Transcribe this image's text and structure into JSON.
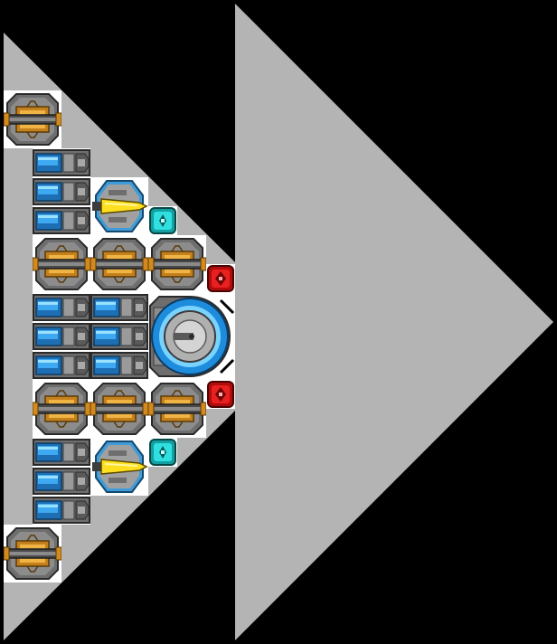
{
  "colors": {
    "background": "#000000",
    "hull": "#b4b4b4",
    "tile_bg": "#ffffff",
    "metal_dark": "#3c3c3c",
    "metal_mid": "#6e6e6e",
    "metal_light": "#a8a8a8",
    "brass": "#d28a1e",
    "brass_light": "#f0b444",
    "blue": "#1e8cdc",
    "blue_light": "#7ad2ff",
    "yellow": "#ffe020",
    "cyan": "#1ecfcf",
    "red": "#e01818"
  },
  "blocks": {
    "gun_turret": {
      "icon": "gun-turret-icon",
      "count": 8
    },
    "battery_stack": {
      "icon": "battery-stack-icon",
      "count": 4
    },
    "laser_turret": {
      "icon": "laser-turret-icon",
      "count": 2
    },
    "sensor_module": {
      "icon": "cyan-sensor-icon",
      "count": 2
    },
    "warning_module": {
      "icon": "red-module-icon",
      "count": 2
    },
    "core": {
      "icon": "core-dome-icon",
      "count": 1
    }
  }
}
